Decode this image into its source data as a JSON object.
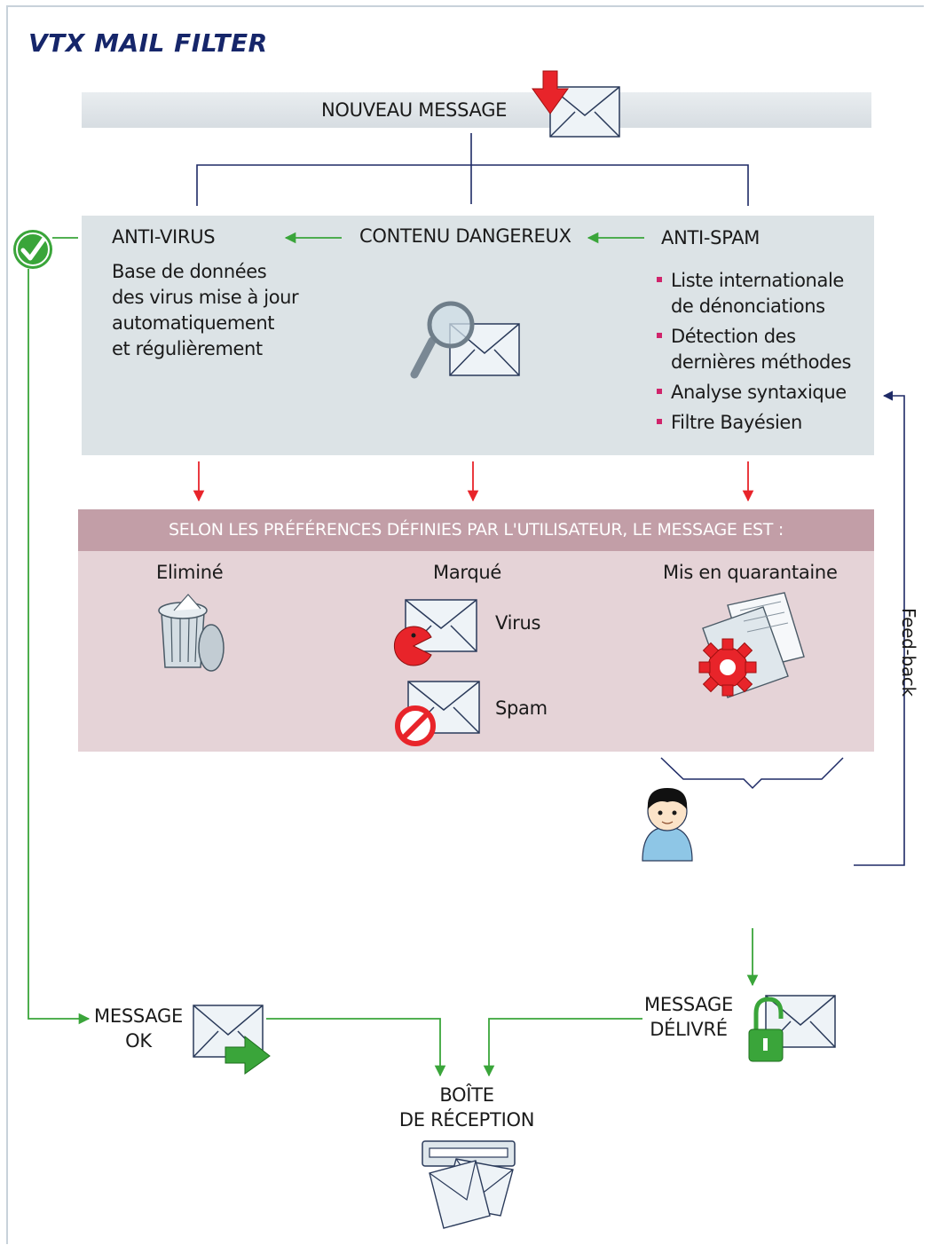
{
  "title": "VTX MAIL FILTER",
  "new_message": "NOUVEAU MESSAGE",
  "antivirus": {
    "label": "ANTI-VIRUS",
    "lines": [
      "Base de données",
      "des virus mise à jour",
      "automatiquement",
      "et régulièrement"
    ]
  },
  "dangerous": {
    "label": "CONTENU DANGEREUX"
  },
  "antispam": {
    "label": "ANTI-SPAM",
    "bullets": [
      {
        "line1": "Liste internationale",
        "line2": "de dénonciations"
      },
      {
        "line1": "Détection des",
        "line2": "dernières méthodes"
      },
      {
        "line1": "Analyse syntaxique",
        "line2": ""
      },
      {
        "line1": "Filtre Bayésien",
        "line2": ""
      }
    ]
  },
  "preferences_header": "SELON LES PRÉFÉRENCES DÉFINIES PAR L'UTILISATEUR, LE MESSAGE EST :",
  "outcomes": {
    "eliminated": "Eliminé",
    "marked": "Marqué",
    "quarantine": "Mis en quarantaine",
    "virus": "Virus",
    "spam": "Spam"
  },
  "feedback": "Feed-back",
  "message_ok": {
    "line1": "MESSAGE",
    "line2": "OK"
  },
  "message_delivered": {
    "line1": "MESSAGE",
    "line2": "DÉLIVRÉ"
  },
  "inbox": {
    "line1": "BOÎTE",
    "line2": "DE RÉCEPTION"
  },
  "colors": {
    "title": "#16266a",
    "green": "#3aa53a",
    "red": "#e8242a",
    "navy": "#1e2a66",
    "grey_panel": "#dce3e6",
    "pink_header": "#c29ea7",
    "pink_body": "#e5d3d7"
  },
  "icons": [
    "check-circle-icon",
    "envelope-icon",
    "down-arrow-icon",
    "magnifier-icon",
    "trash-can-icon",
    "pacman-icon",
    "no-entry-icon",
    "gear-icon",
    "documents-icon",
    "user-avatar-icon",
    "right-arrow-icon",
    "padlock-open-icon",
    "inbox-tray-icon"
  ]
}
